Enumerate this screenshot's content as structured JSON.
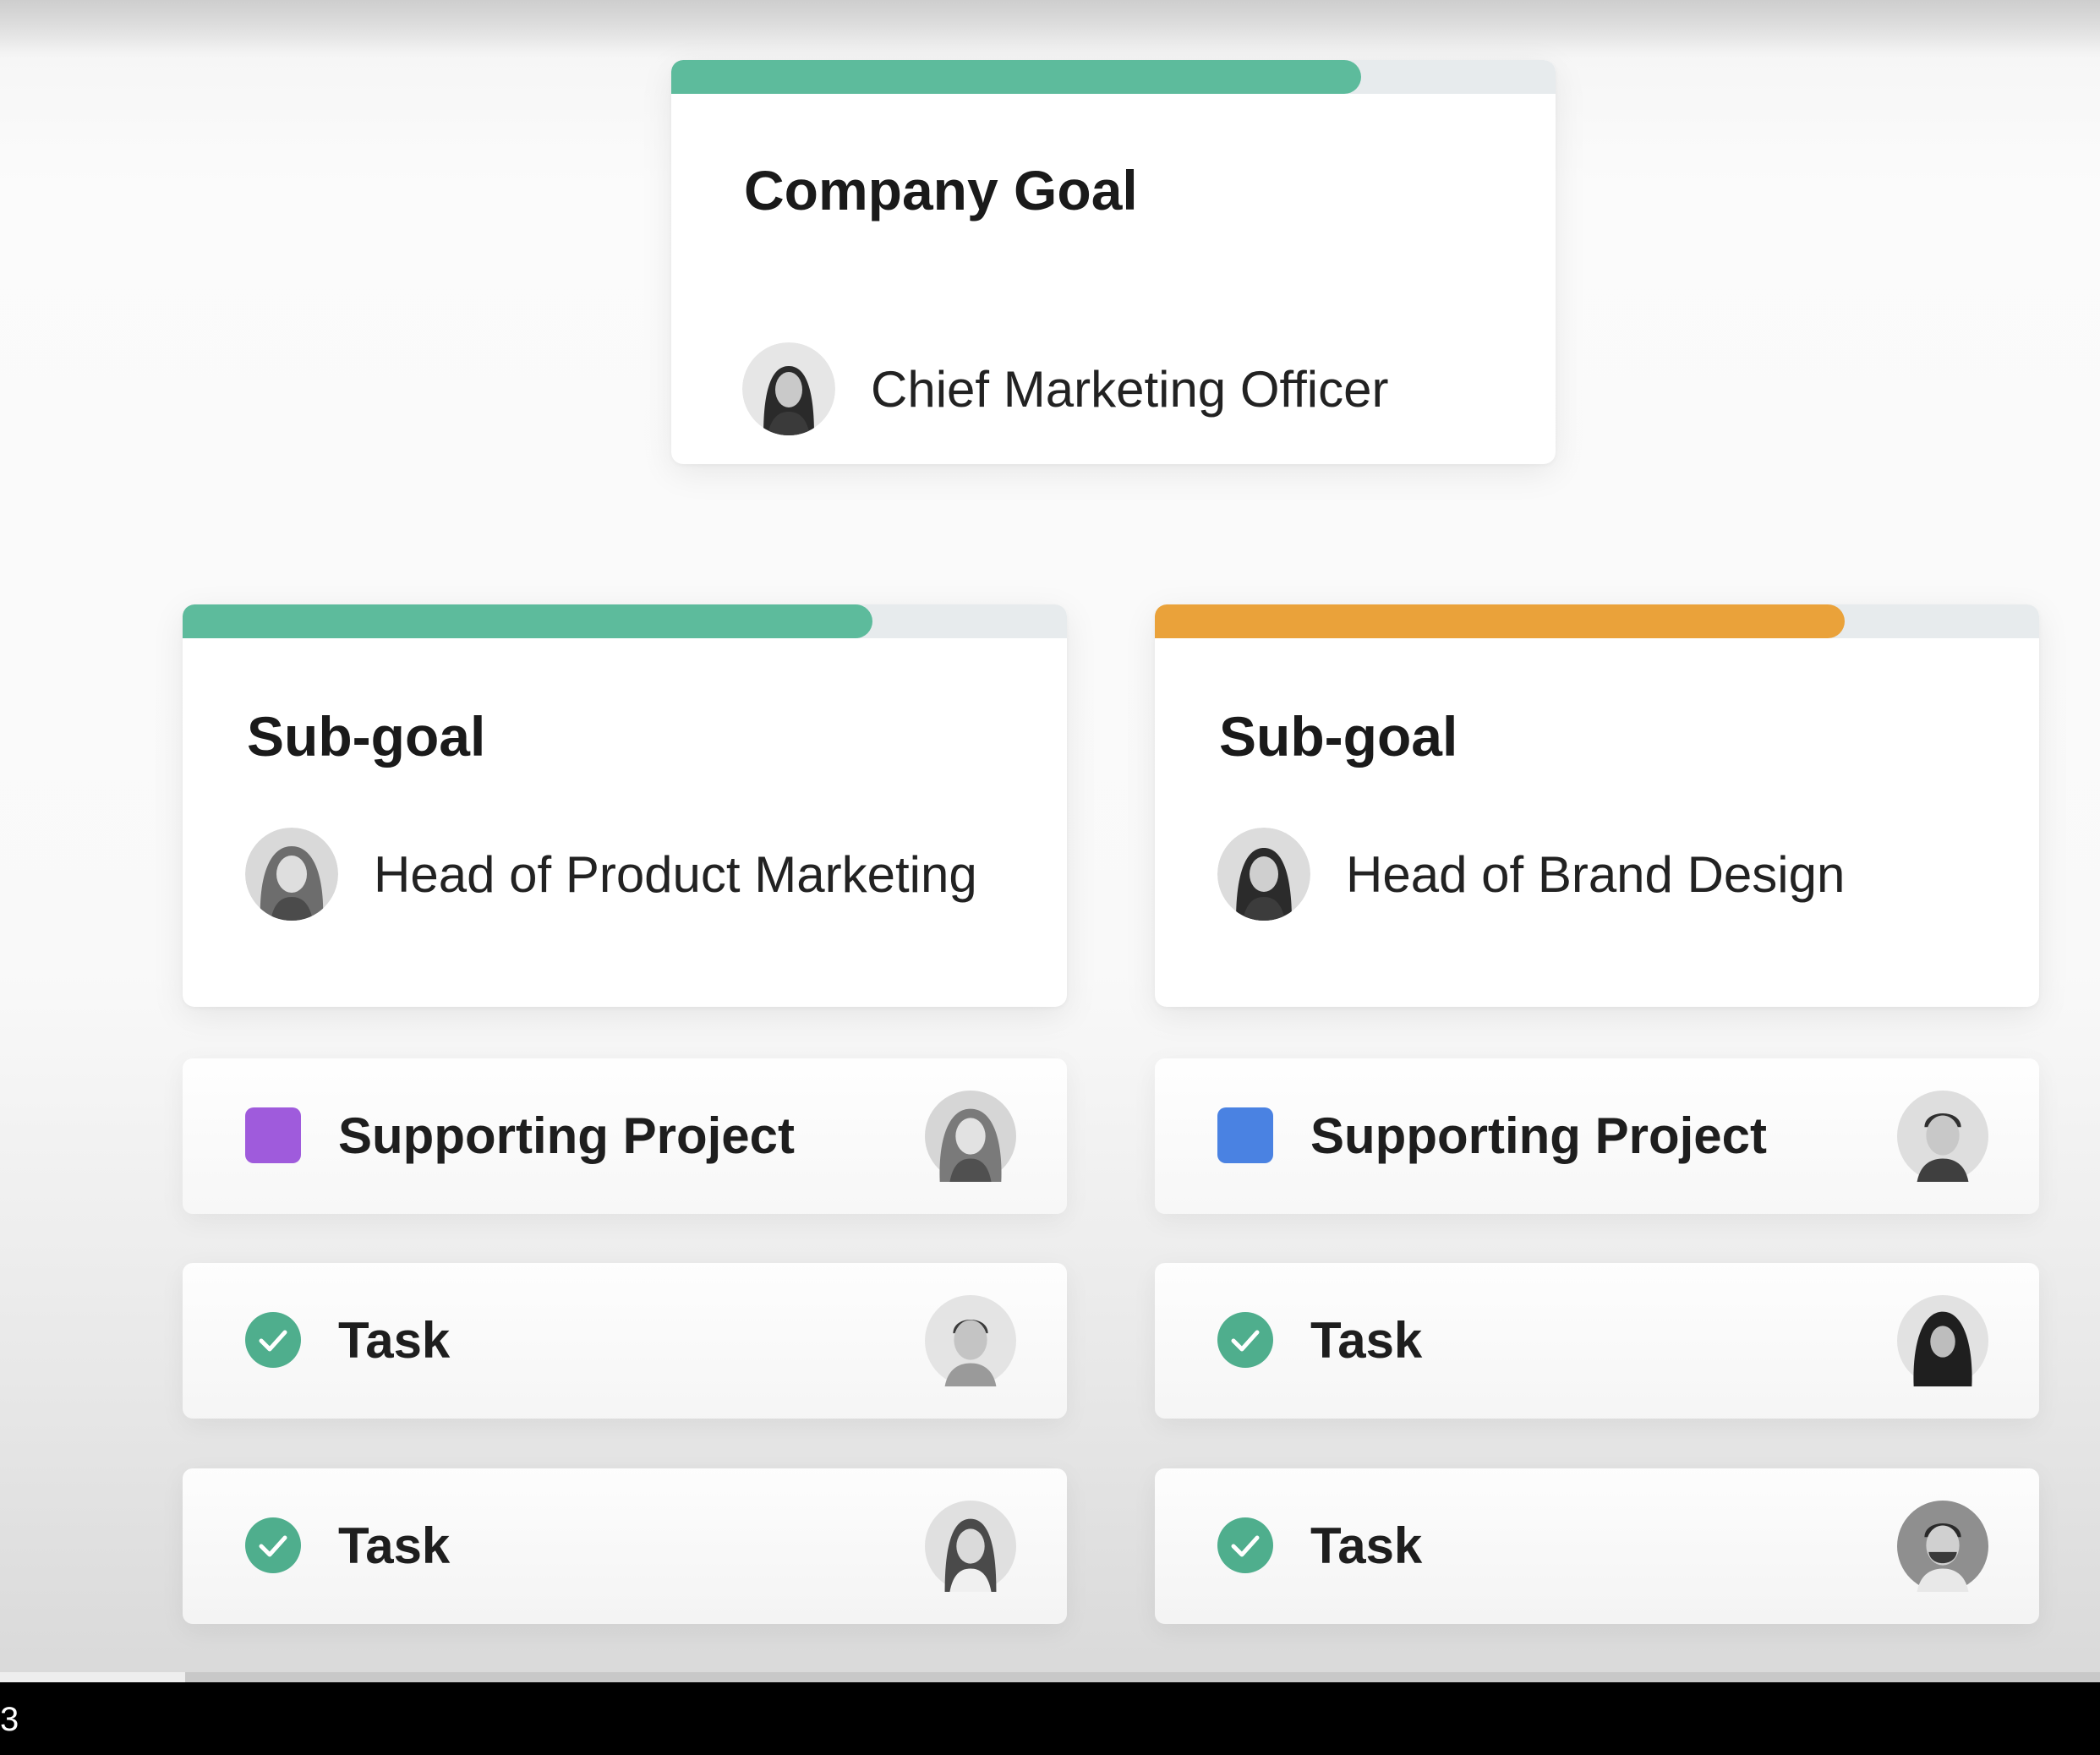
{
  "colors": {
    "green": "#5dbb9c",
    "orange": "#eaa23a",
    "track": "#e7ebed",
    "purple": "#9f5bdc",
    "blue": "#4a82e2"
  },
  "company_goal": {
    "title": "Company Goal",
    "owner": "Chief Marketing Officer",
    "avatar_icon": "avatar-woman-icon",
    "progress": 0.78
  },
  "subgoals": [
    {
      "title": "Sub-goal",
      "owner": "Head of Product Marketing",
      "progress": 0.78,
      "color": "#5dbb9c",
      "rows": [
        {
          "type": "project",
          "label": "Supporting Project",
          "icon": "purple-square-icon"
        },
        {
          "type": "task",
          "label": "Task",
          "icon": "check-circle-icon"
        },
        {
          "type": "task",
          "label": "Task",
          "icon": "check-circle-icon"
        }
      ]
    },
    {
      "title": "Sub-goal",
      "owner": "Head of Brand Design",
      "progress": 0.78,
      "color": "#eaa23a",
      "rows": [
        {
          "type": "project",
          "label": "Supporting Project",
          "icon": "blue-square-icon"
        },
        {
          "type": "task",
          "label": "Task",
          "icon": "check-circle-icon"
        },
        {
          "type": "task",
          "label": "Task",
          "icon": "check-circle-icon"
        }
      ]
    }
  ],
  "player": {
    "time": "3",
    "played": 0.088
  }
}
